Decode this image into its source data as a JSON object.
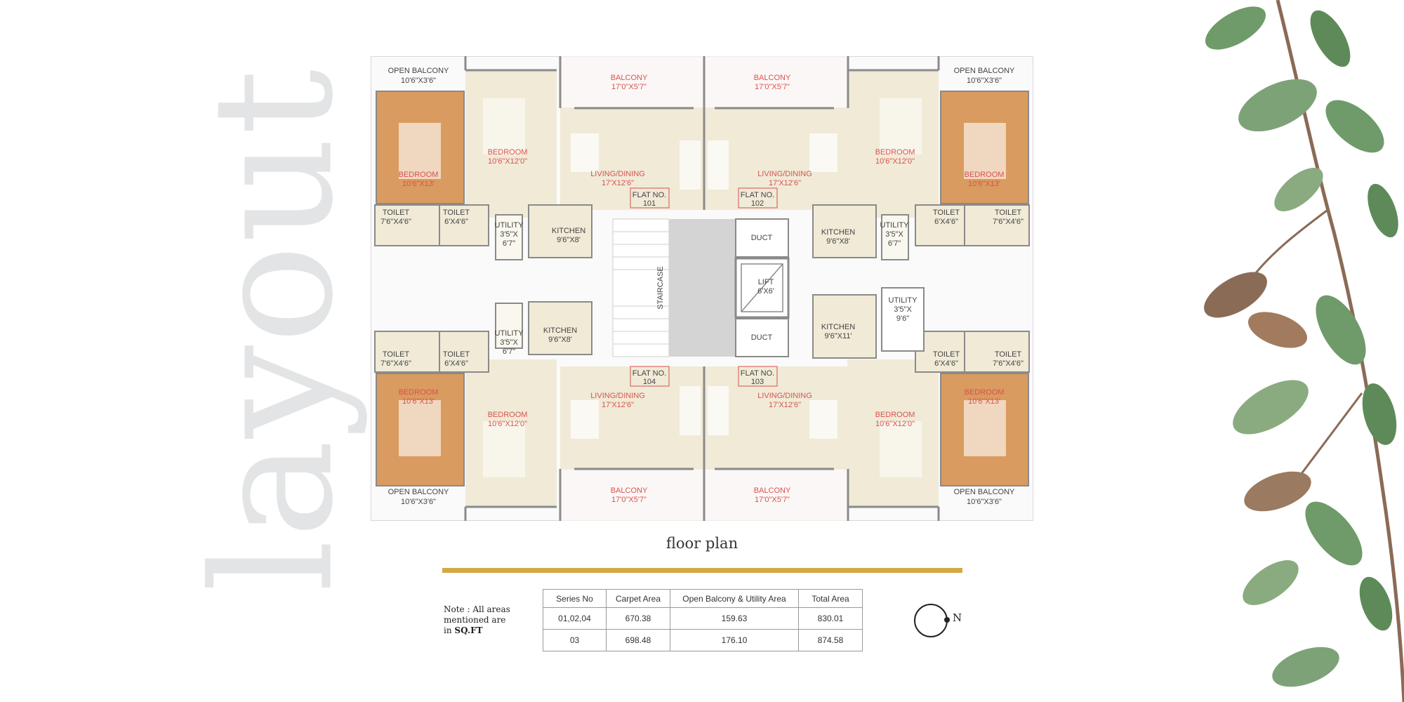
{
  "title": "layout",
  "caption": "floor plan",
  "note": {
    "line1": "Note : All areas",
    "line2": "mentioned are",
    "line3": "in",
    "unit": "SQ.FT"
  },
  "compass": {
    "label": "N"
  },
  "table": {
    "headers": [
      "Series No",
      "Carpet Area",
      "Open Balcony & Utility Area",
      "Total Area"
    ],
    "rows": [
      [
        "01,02,04",
        "670.38",
        "159.63",
        "830.01"
      ],
      [
        "03",
        "698.48",
        "176.10",
        "874.58"
      ]
    ]
  },
  "colors": {
    "accent_gold": "#d4a843",
    "master_bedroom": "#d99b5f",
    "room_fill": "#f0ead7",
    "label_red": "#d9534f"
  },
  "plan_labels": {
    "open_balcony": "OPEN BALCONY",
    "open_balcony_size": "10'6\"X3'6\"",
    "balcony": "BALCONY",
    "balcony_size": "17'0\"X5'7\"",
    "bedroom": "BEDROOM",
    "master_size": "10'6\"X13'",
    "bedroom_size": "10'6\"X12'0\"",
    "living": "LIVING/DINING",
    "living_size": "17'X12'6\"",
    "flat_no": "FLAT NO.",
    "f101": "101",
    "f102": "102",
    "f103": "103",
    "f104": "104",
    "toilet": "TOILET",
    "toilet_a": "7'6\"X4'6\"",
    "toilet_b": "6'X4'6\"",
    "utility": "UTILITY",
    "utility_a1": "3'5\"X",
    "utility_a2": "6'7\"",
    "utility_b2": "9'6\"",
    "kitchen": "KITCHEN",
    "kitchen_a": "9'6\"X8'",
    "kitchen_b": "9'6\"X11'",
    "duct": "DUCT",
    "lift": "LIFT",
    "lift_size": "6'X6'",
    "staircase": "STAIRCASE"
  }
}
